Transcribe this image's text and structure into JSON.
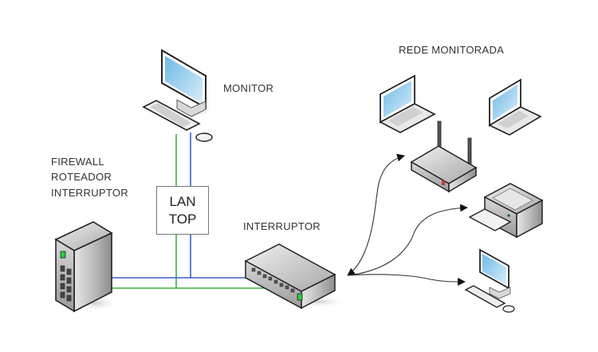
{
  "diagram": {
    "labels": {
      "monitor": "MONITOR",
      "monitored_network": "REDE MONITORADA",
      "firewall_lines": [
        "FIREWALL",
        "ROTEADOR",
        "INTERRUPTOR"
      ],
      "switch": "INTERRUPTOR",
      "lantop_lines": [
        "LAN",
        "TOP"
      ]
    },
    "nodes": [
      {
        "id": "monitor-pc",
        "type": "desktop-computer",
        "label_ref": "monitor"
      },
      {
        "id": "lantop",
        "type": "box",
        "label_ref": "lantop_lines"
      },
      {
        "id": "firewall",
        "type": "tower-server",
        "label_ref": "firewall_lines"
      },
      {
        "id": "switch",
        "type": "network-switch",
        "label_ref": "switch"
      },
      {
        "id": "laptop-1",
        "type": "laptop"
      },
      {
        "id": "laptop-2",
        "type": "laptop"
      },
      {
        "id": "router",
        "type": "wireless-router"
      },
      {
        "id": "printer",
        "type": "printer"
      },
      {
        "id": "desktop-2",
        "type": "desktop-computer"
      }
    ],
    "connections": [
      {
        "from": "monitor-pc",
        "to": "lantop",
        "color": "#3cb043",
        "style": "solid"
      },
      {
        "from": "monitor-pc",
        "to": "lantop",
        "color": "#3a5fcd",
        "style": "solid"
      },
      {
        "from": "lantop",
        "to": "switch",
        "color": "#3a5fcd",
        "style": "solid"
      },
      {
        "from": "lantop",
        "to": "firewall",
        "color": "#3cb043",
        "style": "solid"
      },
      {
        "from": "firewall",
        "to": "switch",
        "color": "#3a5fcd",
        "style": "solid"
      },
      {
        "from": "firewall",
        "to": "switch",
        "color": "#3cb043",
        "style": "solid"
      },
      {
        "from": "switch",
        "to": "router",
        "color": "#222222",
        "style": "curved-arrow-both"
      },
      {
        "from": "switch",
        "to": "printer",
        "color": "#222222",
        "style": "curved-arrow"
      },
      {
        "from": "switch",
        "to": "desktop-2",
        "color": "#222222",
        "style": "curved-arrow"
      }
    ],
    "colors": {
      "green_link": "#3cb043",
      "blue_link": "#3a5fcd",
      "screen": "#9fd3f0",
      "device_gray": "#c8c8c8",
      "led_green": "#2ecc40",
      "led_red": "#c0392b"
    }
  }
}
